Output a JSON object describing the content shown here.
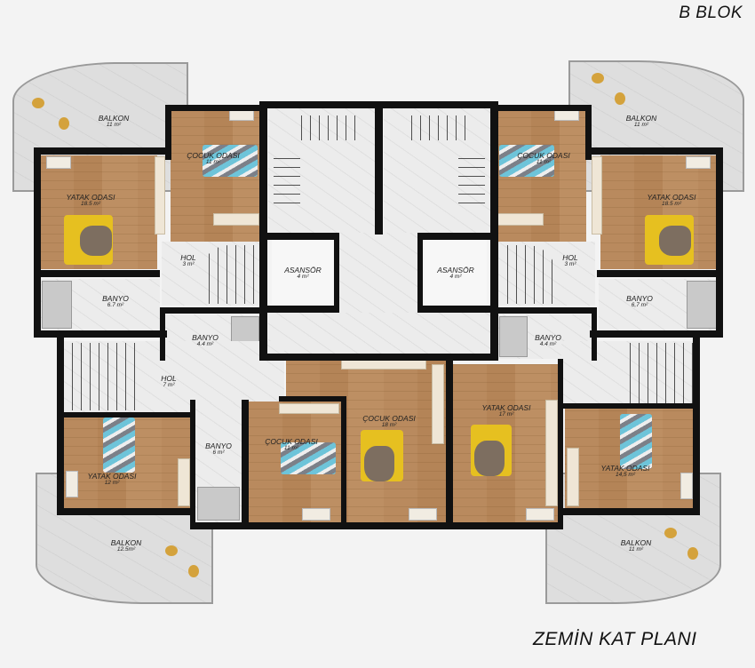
{
  "header": {
    "block_title": "B BLOK"
  },
  "footer": {
    "plan_title": "ZEMİN KAT PLANI"
  },
  "rooms": {
    "balkon_tl": {
      "name": "BALKON",
      "area": "11 m²"
    },
    "balkon_tr": {
      "name": "BALKON",
      "area": "11 m²"
    },
    "balkon_bl": {
      "name": "BALKON",
      "area": "12.5m²"
    },
    "balkon_br": {
      "name": "BALKON",
      "area": "11 m²"
    },
    "yatak_tl": {
      "name": "YATAK ODASI",
      "area": "18.5 m²"
    },
    "yatak_tr": {
      "name": "YATAK ODASI",
      "area": "18.5 m²"
    },
    "cocuk_tl": {
      "name": "ÇOCUK ODASI",
      "area": "11 m²"
    },
    "cocuk_tr": {
      "name": "ÇOCUK ODASI",
      "area": "11 m²"
    },
    "hol_l": {
      "name": "HOL",
      "area": "3 m²"
    },
    "hol_r": {
      "name": "HOL",
      "area": "3 m²"
    },
    "asansor_l": {
      "name": "ASANSÖR",
      "area": "4 m²"
    },
    "asansor_r": {
      "name": "ASANSÖR",
      "area": "4 m²"
    },
    "banyo_l_big": {
      "name": "BANYO",
      "area": "6.7 m²"
    },
    "banyo_r_big": {
      "name": "BANYO",
      "area": "6,7 m²"
    },
    "banyo_l_small": {
      "name": "BANYO",
      "area": "4.4 m²"
    },
    "banyo_r_small": {
      "name": "BANYO",
      "area": "4.4 m²"
    },
    "hol_bl": {
      "name": "HOL",
      "area": "7 m²"
    },
    "yatak_bl": {
      "name": "YATAK ODASI",
      "area": "12 m²"
    },
    "banyo_bc": {
      "name": "BANYO",
      "area": "6 m²"
    },
    "cocuk_bc": {
      "name": "ÇOCUK ODASI",
      "area": "11 m²"
    },
    "cocuk_center": {
      "name": "ÇOCUK ODASI",
      "area": "18 m²"
    },
    "yatak_center": {
      "name": "YATAK ODASI",
      "area": "17 m²"
    },
    "yatak_br": {
      "name": "YATAK ODASI",
      "area": "14,5 m²"
    }
  },
  "colors": {
    "wall": "#111111",
    "wood": "#b98a5e",
    "marble": "#ececec",
    "balcony": "#dedede",
    "bedding": "#e6c020",
    "background": "#f3f3f3"
  }
}
